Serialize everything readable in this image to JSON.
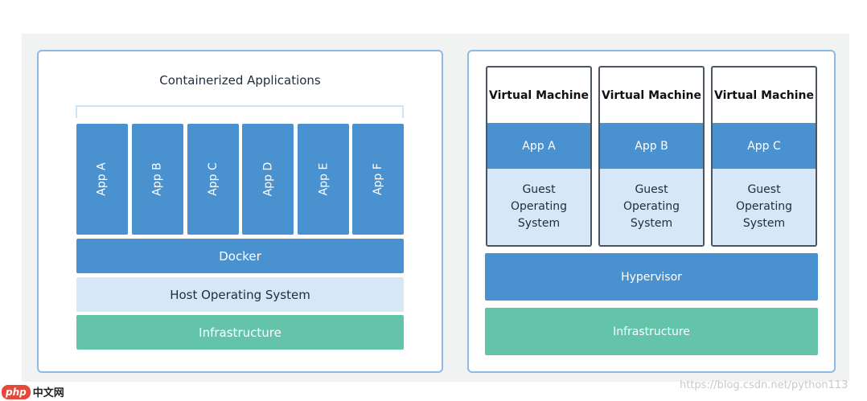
{
  "container_side": {
    "title": "Containerized Applications",
    "apps": [
      "App A",
      "App B",
      "App C",
      "App D",
      "App E",
      "App F"
    ],
    "docker": "Docker",
    "host_os": "Host Operating System",
    "infrastructure": "Infrastructure"
  },
  "vm_side": {
    "vms": [
      {
        "title": "Virtual Machine",
        "app": "App A",
        "os_lines": [
          "Guest",
          "Operating",
          "System"
        ]
      },
      {
        "title": "Virtual Machine",
        "app": "App B",
        "os_lines": [
          "Guest",
          "Operating",
          "System"
        ]
      },
      {
        "title": "Virtual Machine",
        "app": "App C",
        "os_lines": [
          "Guest",
          "Operating",
          "System"
        ]
      }
    ],
    "hypervisor": "Hypervisor",
    "infrastructure": "Infrastructure"
  },
  "watermark": "https://blog.csdn.net/python113",
  "site_logo": {
    "badge": "php",
    "text": "中文网"
  },
  "colors": {
    "blue": "#4a91d0",
    "light_blue": "#d6e8f7",
    "green": "#63c4aa",
    "panel_border": "#8fb8e2",
    "vm_border": "#4b5560"
  }
}
